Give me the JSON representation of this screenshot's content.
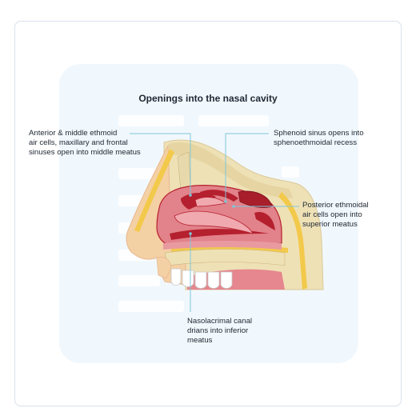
{
  "title": "Openings into the nasal cavity",
  "labels": {
    "ethmoid_anterior": "Anterior & middle ethmoid\nair cells, maxillary and frontal\nsinuses open into middle meatus",
    "sphenoid": "Sphenoid sinus opens into\nsphenoethmoidal recess",
    "ethmoid_posterior": "Posterior ethmoidal\nair cells open into\nsuperior meatus",
    "nasolacrimal": "Nasolacrimal canal\ndrians into inferior\nmeatus"
  },
  "colors": {
    "leader_line": "#7fc6d9",
    "mucosa": "#e2828a",
    "cavity": "#b5202e",
    "bone": "#efe1b6",
    "skin": "#f4d0a5",
    "fat_yellow": "#f3c94b"
  }
}
